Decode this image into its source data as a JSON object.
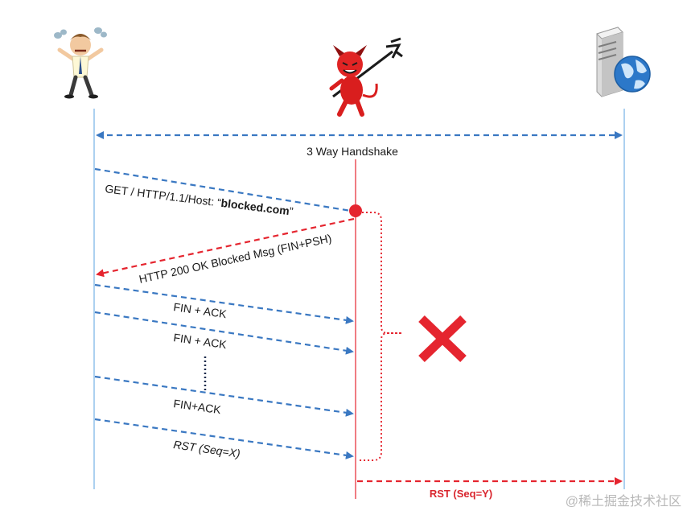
{
  "actors": {
    "client": {
      "icon": "frustrated-user-icon"
    },
    "middlebox": {
      "icon": "red-devil-icon"
    },
    "server": {
      "icon": "web-server-icon"
    }
  },
  "messages": {
    "handshake": "3 Way Handshake",
    "get_prefix": "GET / HTTP/1.1/Host: “",
    "get_host": "blocked.com",
    "get_suffix": "”",
    "http200": "HTTP 200 OK Blocked Msg (FIN+PSH)",
    "fin_ack_1": "FIN + ACK",
    "fin_ack_2": "FIN + ACK",
    "fin_ack_3": "FIN+ACK",
    "rst_client": "RST (Seq=X)",
    "rst_injected": "RST (Seq=Y)"
  },
  "watermark": "@稀土掘金技术社区",
  "colors": {
    "blue": "#3a78c2",
    "red": "#e5252f",
    "dark_red": "#d9262e",
    "lifeline": "#5aa3e0"
  }
}
